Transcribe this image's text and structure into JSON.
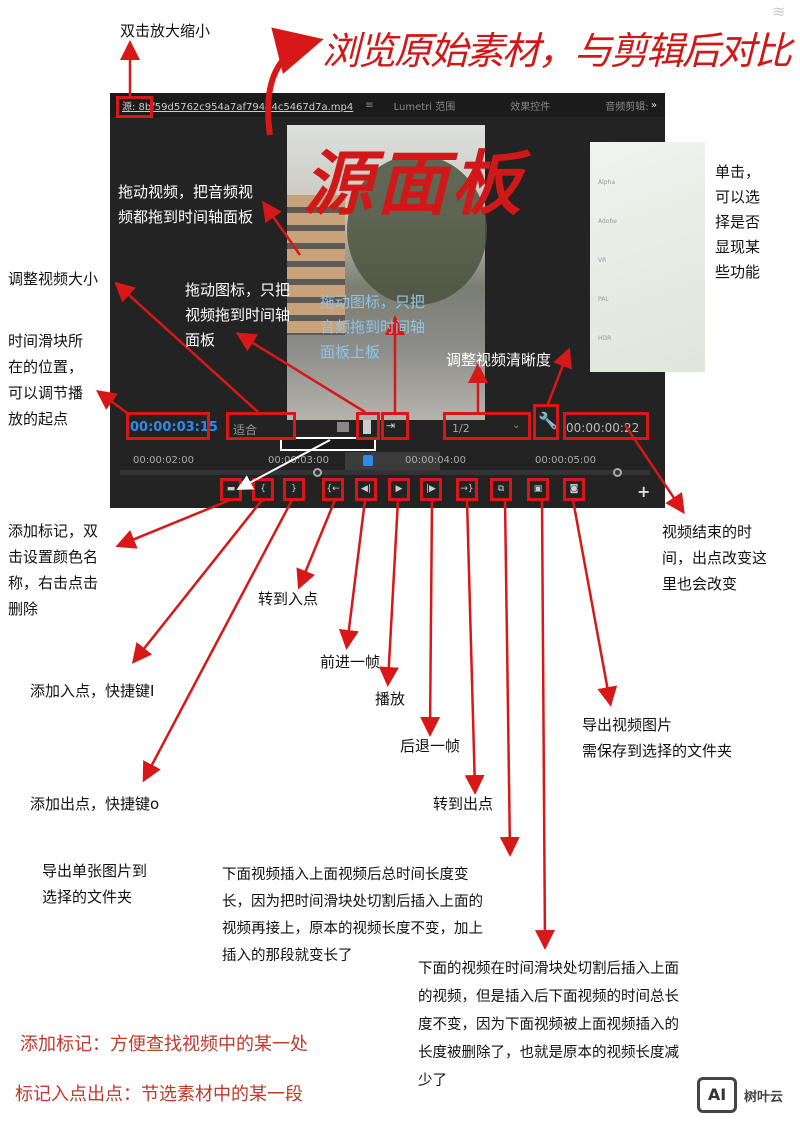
{
  "handwritten_title": "浏览原始素材，与剪辑后对比",
  "panel_label": "源面板",
  "tabs": [
    {
      "label": "源: 8bf59d5762c954a7af79414c5467d7a.mp4"
    },
    {
      "label": "≡"
    },
    {
      "label": "Lumetri 范围"
    },
    {
      "label": "效果控件"
    },
    {
      "label": "音频剪辑:"
    },
    {
      "label": "»"
    }
  ],
  "controls": {
    "current_time": "00:00:03:15",
    "fit": "适合",
    "resolution": "1/2",
    "end_time": "00:00:00:22"
  },
  "timeline_ticks": [
    "00:00:02:00",
    "00:00:03:00",
    "00:00:04:00",
    "00:00:05:00"
  ],
  "transport_buttons": [
    {
      "name": "add-marker",
      "glyph": "▬"
    },
    {
      "name": "mark-in",
      "glyph": "{"
    },
    {
      "name": "mark-out",
      "glyph": "}"
    },
    {
      "name": "go-to-in",
      "glyph": "{←"
    },
    {
      "name": "step-back",
      "glyph": "◀|"
    },
    {
      "name": "play",
      "glyph": "▶"
    },
    {
      "name": "step-forward",
      "glyph": "|▶"
    },
    {
      "name": "go-to-out",
      "glyph": "→}"
    },
    {
      "name": "insert",
      "glyph": "⧉"
    },
    {
      "name": "overwrite",
      "glyph": "▣"
    },
    {
      "name": "export-frame",
      "glyph": "◙"
    }
  ],
  "add_button": "+",
  "menu_items": [
    "Alpha",
    "Adobe",
    "VR",
    "PAL",
    "HDR"
  ],
  "annotations": {
    "zoom_toggle": "双击放大缩小",
    "drag_video_audio": [
      "拖动视频，把音频视",
      "频都拖到时间轴面板"
    ],
    "resize_video": "调整视频大小",
    "drag_video_only": [
      "拖动图标，只把",
      "视频拖到时间轴",
      "面板"
    ],
    "drag_audio_only": [
      "拖动图标，只把",
      "音频拖到时间轴",
      "面板上板"
    ],
    "playhead": [
      "时间滑块所",
      "在的位置，",
      "可以调节播",
      "放的起点"
    ],
    "resolution": "调整视频清晰度",
    "settings": [
      "单击，",
      "可以选",
      "择是否",
      "显现某",
      "些功能"
    ],
    "add_marker": [
      "添加标记，双",
      "击设置颜色名",
      "称，右击点击",
      "删除"
    ],
    "go_to_in": "转到入点",
    "step_forward": "前进一帧",
    "play": "播放",
    "step_back": "后退一帧",
    "go_to_out": "转到出点",
    "mark_in": "添加入点，快捷键I",
    "mark_out": "添加出点，快捷键o",
    "export_single": [
      "导出单张图片到",
      "选择的文件夹"
    ],
    "export_frame": [
      "导出视频图片",
      "需保存到选择的文件夹"
    ],
    "end_time": [
      "视频结束的时",
      "间，出点改变这",
      "里也会改变"
    ],
    "insert": [
      "下面视频插入上面视频后总时间长度变",
      "长，因为把时间滑块处切割后插入上面的",
      "视频再接上，原本的视频长度不变，加上",
      "插入的那段就变长了"
    ],
    "overwrite": [
      "下面的视频在时间滑块处切割后插入上面",
      "的视频，但是插入后下面视频的时间总长",
      "度不变，因为下面视频被上面视频插入的",
      "长度被删除了，也就是原本的视频长度减",
      "少了"
    ]
  },
  "summary": [
    "添加标记：方便查找视频中的某一处",
    "标记入点出点：节选素材中的某一段"
  ],
  "watermark": {
    "logo": "AI",
    "text": "树叶云"
  },
  "colors": {
    "annotation_red": "#d81818",
    "timecode_blue": "#2d8ceb",
    "panel_bg": "#232323"
  }
}
